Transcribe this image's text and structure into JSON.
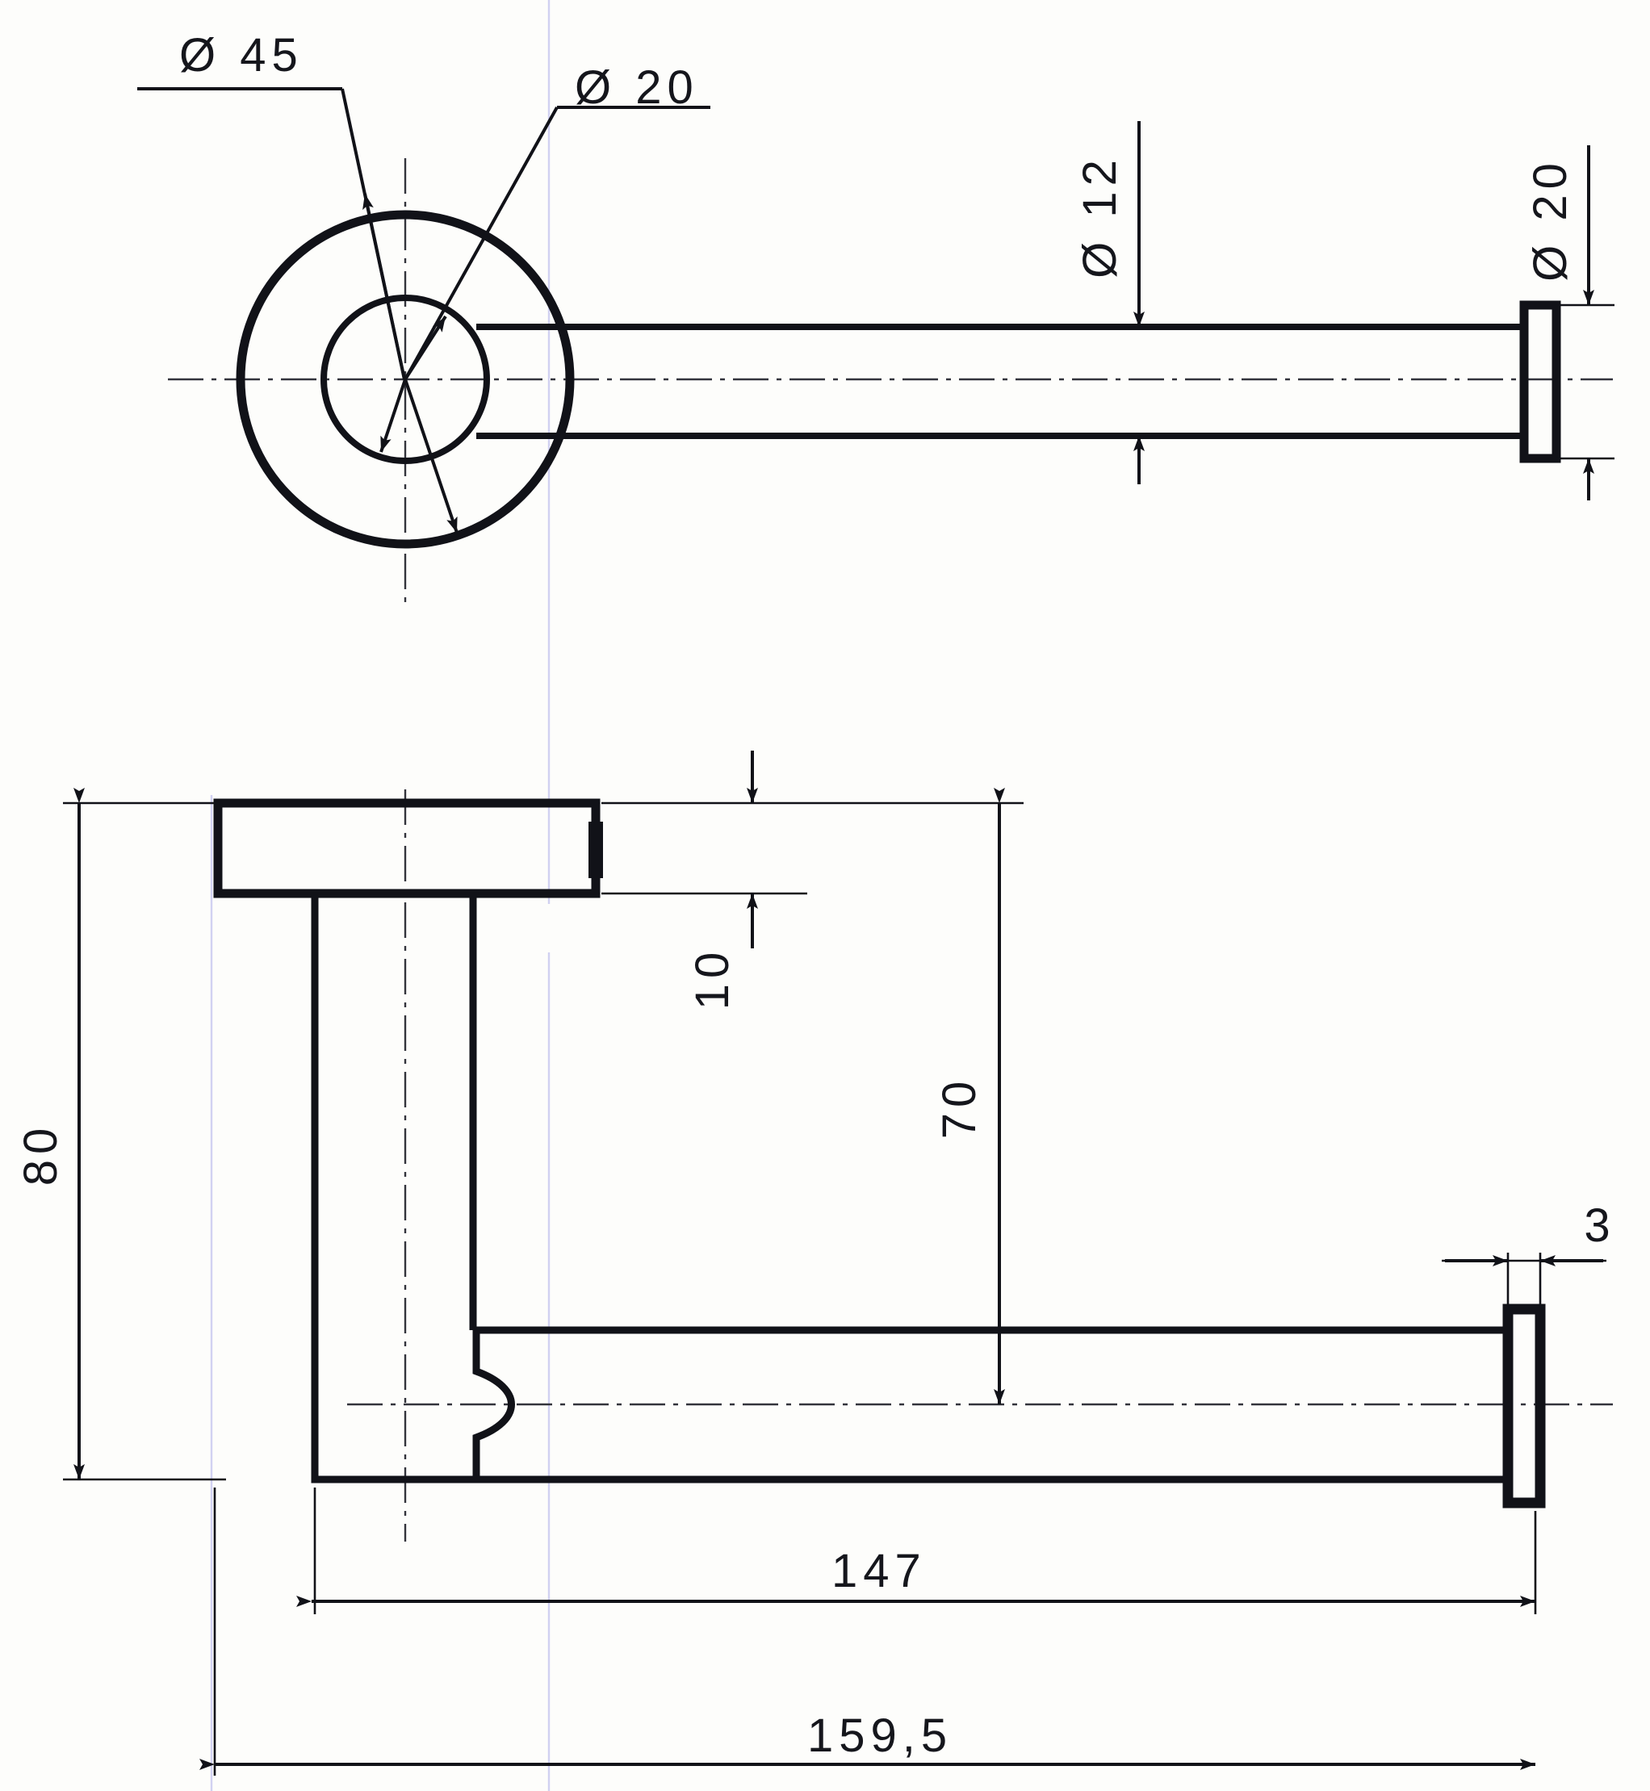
{
  "drawing": {
    "title": "Toilet roll holder / towel bar — technical drawing",
    "sheet_color": "#fdfdfb",
    "line_color": "#111218",
    "grid_line_color": "#b9b9e8",
    "units": "mm",
    "views": [
      {
        "name": "top-view",
        "label": ""
      },
      {
        "name": "side-view",
        "label": ""
      }
    ]
  },
  "dimensions": {
    "top_view": {
      "flange_diameter": "Ø 45",
      "boss_diameter": "Ø 20",
      "bar_diameter": "Ø 12",
      "end_cap_diameter": "Ø 20"
    },
    "side_view": {
      "plate_height": "80",
      "plate_thickness": "10",
      "bar_centre_height": "70",
      "end_cap_thickness": "3",
      "bar_length": "147",
      "overall_length": "159,5"
    }
  },
  "labels": {
    "d45": "Ø 45",
    "d20_top": "Ø 20",
    "d12": "Ø 12",
    "d20_right": "Ø 20",
    "h80": "80",
    "t10": "10",
    "h70": "70",
    "t3": "3",
    "l147": "147",
    "l1595": "159,5"
  }
}
